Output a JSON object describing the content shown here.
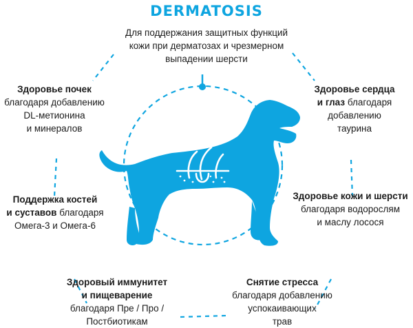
{
  "title": "DERMATOSIS",
  "subtitle_lines": [
    "Для поддержания защитных функций",
    "кожи при дерматозах и чрезмерном",
    "выпадении шерсти"
  ],
  "accent_color": "#0ea5e0",
  "illustration": {
    "icon": "dog-silhouette-icon",
    "inner_icon": "hair-follicle-skin-icon"
  },
  "benefits": {
    "kidney": {
      "bold": [
        "Здоровье почек"
      ],
      "text": [
        "благодаря добавлению",
        "DL-метионина",
        "и минералов"
      ]
    },
    "heart": {
      "bold": [
        "Здоровье сердца",
        "и глаз"
      ],
      "text_inline": "благодаря",
      "text": [
        "добавлению",
        "таурина"
      ]
    },
    "bones": {
      "bold": [
        "Поддержка костей",
        "и суставов"
      ],
      "text_inline": "благодаря",
      "text": [
        "Омега-3 и Омега-6"
      ]
    },
    "skin": {
      "bold": [
        "Здоровье кожи и шерсти"
      ],
      "text": [
        "благодаря водорослям",
        "и маслу лосося"
      ]
    },
    "immunity": {
      "bold": [
        "Здоровый иммунитет",
        "и пищеварение"
      ],
      "text": [
        "благодаря Пре / Про /",
        "Постбиотикам"
      ]
    },
    "stress": {
      "bold": [
        "Снятие стресса"
      ],
      "text": [
        "благодаря добавлению",
        "успокаивающих",
        "трав"
      ]
    }
  }
}
